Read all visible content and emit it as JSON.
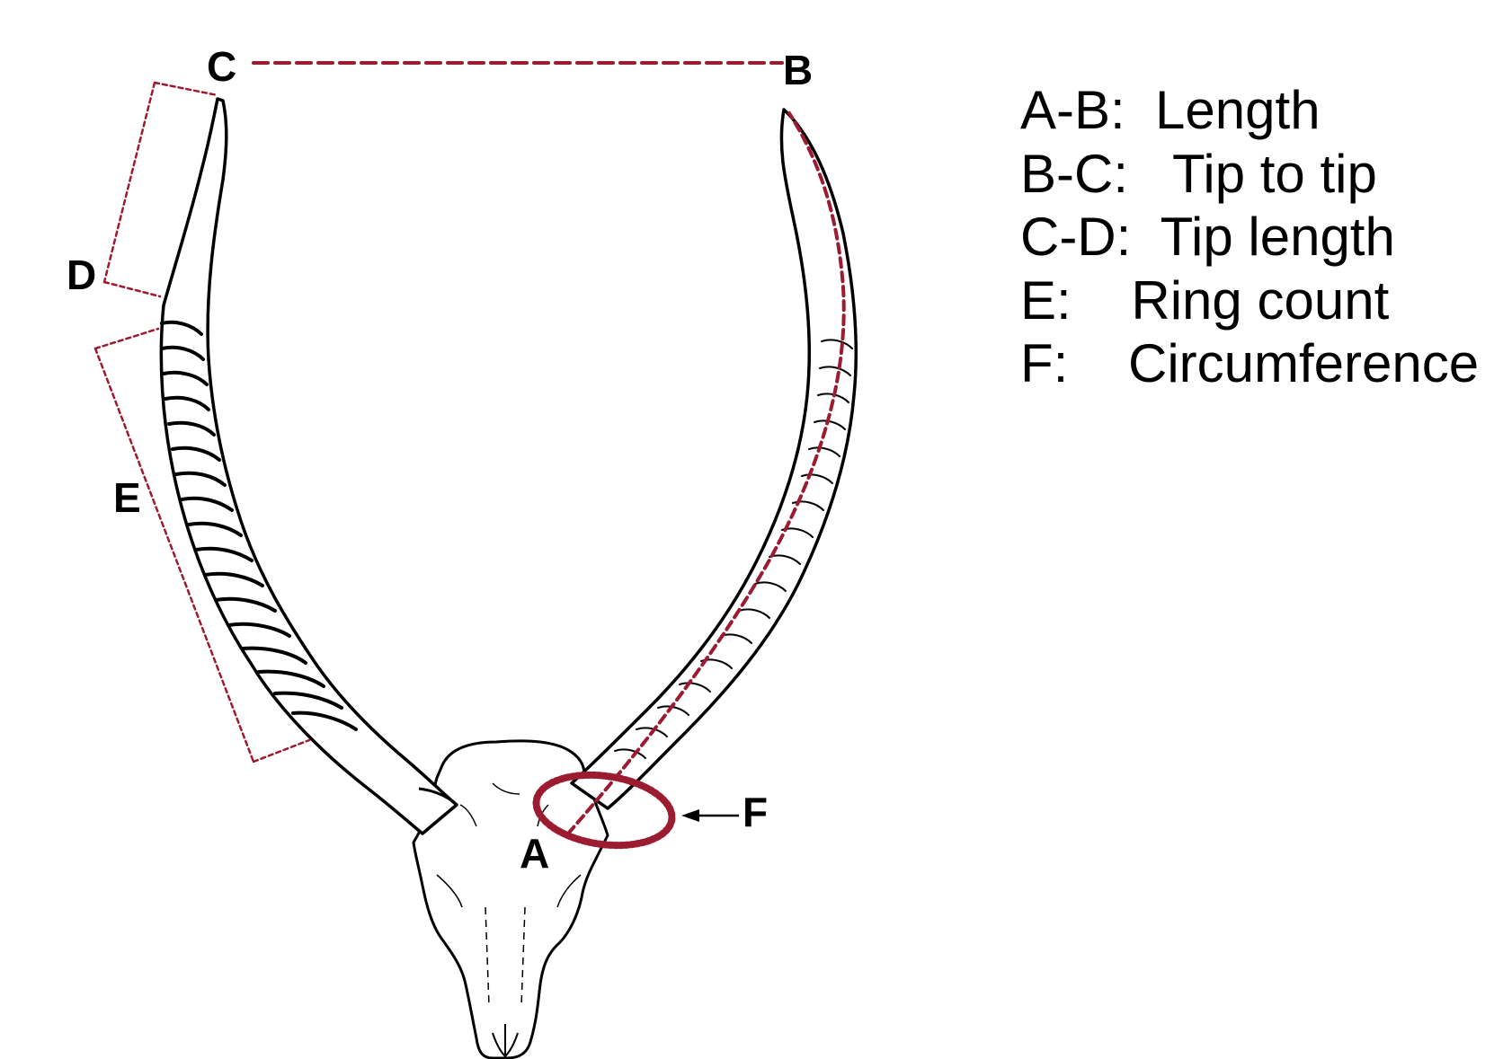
{
  "points": {
    "a": "A",
    "b": "B",
    "c": "C",
    "d": "D",
    "e": "E",
    "f": "F"
  },
  "legend": [
    {
      "key": "A-B:",
      "value": "Length"
    },
    {
      "key": "B-C:",
      "value": "Tip to tip"
    },
    {
      "key": "C-D:",
      "value": "Tip length"
    },
    {
      "key": "E:",
      "value": "Ring count"
    },
    {
      "key": "F:",
      "value": "Circumference"
    }
  ],
  "colors": {
    "measure": "#9b1b30",
    "outline": "#000000"
  }
}
